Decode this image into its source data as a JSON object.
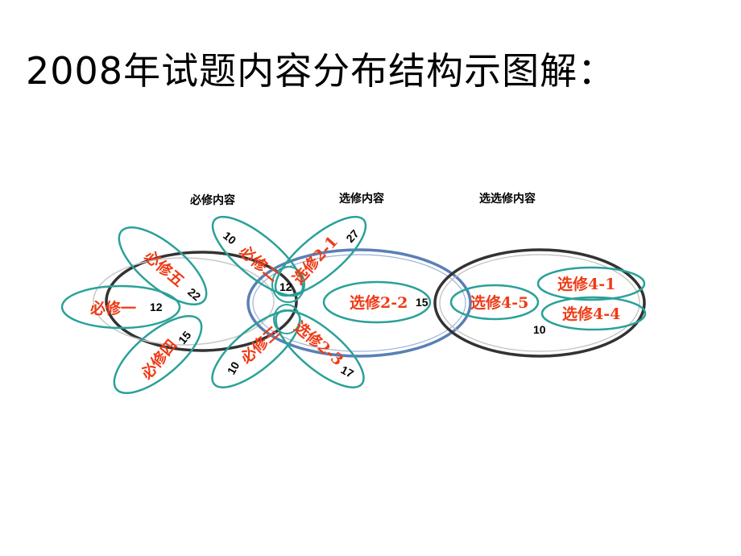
{
  "title": "2008年试题内容分布结构示图解：",
  "groups": {
    "compulsory": "必修内容",
    "elective": "选修内容",
    "selective_elective": "选选修内容"
  },
  "modules": {
    "m1": {
      "label": "必修一",
      "value": "12"
    },
    "m5": {
      "label": "必修五",
      "value": "22"
    },
    "m4": {
      "label": "必修四",
      "value": "15"
    },
    "m2": {
      "label": "必修二",
      "value": "10"
    },
    "m3": {
      "label": "必修三",
      "value": "10"
    },
    "e21": {
      "label": "选修2-1",
      "value": "27"
    },
    "e23": {
      "label": "选修2-3",
      "value": "17"
    },
    "e22": {
      "label": "选修2-2",
      "value": "15"
    },
    "s45": {
      "label": "选修4-5"
    },
    "s41": {
      "label": "选修4-1"
    },
    "s44": {
      "label": "选修4-4"
    }
  },
  "center_value": "12",
  "right_value": "10",
  "colors": {
    "teal": "#2aa198",
    "label_red": "#ee3b16",
    "blue_ring": "#5a7fb5",
    "dark_ring": "#333333"
  }
}
